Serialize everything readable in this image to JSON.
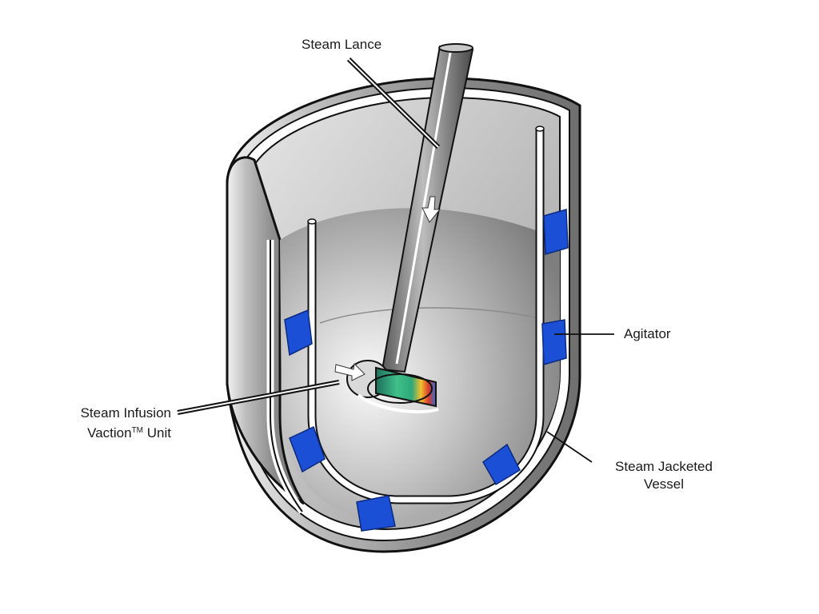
{
  "labels": {
    "steam_lance": "Steam Lance",
    "agitator": "Agitator",
    "infusion_line1": "Steam Infusion",
    "infusion_line2_main": "Vaction",
    "infusion_line2_tm": "TM",
    "infusion_line2_end": " Unit",
    "vessel_line1": "Steam Jacketed",
    "vessel_line2": "Vessel"
  },
  "colors": {
    "vessel_grey": "#9a9a9a",
    "agitator_blue": "#1a4fd6",
    "infusion_green": "#2fa87a",
    "infusion_red": "#d83a2a",
    "outline": "#111111"
  }
}
